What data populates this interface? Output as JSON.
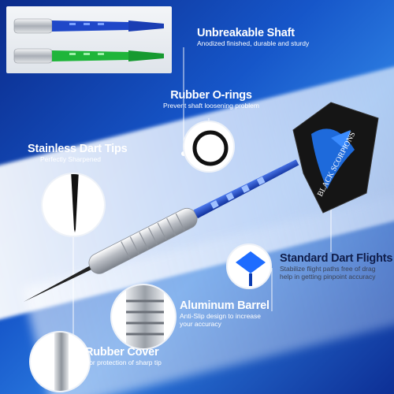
{
  "features": {
    "shaft": {
      "title": "Unbreakable Shaft",
      "desc": "Anodized finished, durable and sturdy"
    },
    "orings": {
      "title": "Rubber O-rings",
      "desc": "Prevent shaft loosening problem"
    },
    "tips": {
      "title": "Stainless Dart Tips",
      "desc": "Perfectly Sharpened"
    },
    "flights": {
      "title": "Standard Dart Flights",
      "desc_line1": "Stabilize flight paths free of drag",
      "desc_line2": "help in getting pinpoint accuracy"
    },
    "barrel": {
      "title": "Aluminum Barrel",
      "desc_line1": "Anti-Slip design to increase",
      "desc_line2": "your accuracy"
    },
    "cover": {
      "title": "Rubber Cover",
      "desc": "For protection of sharp tip"
    }
  },
  "flight_brand": "BLACK SCORPIONS",
  "colors": {
    "blue_shaft": "#1f47c8",
    "green_shaft": "#1fb53a",
    "background": "#1656c9",
    "barrel": "#c9cdd3"
  },
  "icons": [
    "shaft-thumbnail-icon",
    "o-ring-icon",
    "dart-tip-icon",
    "flight-icon",
    "barrel-icon",
    "rubber-cover-icon",
    "dart-icon"
  ]
}
